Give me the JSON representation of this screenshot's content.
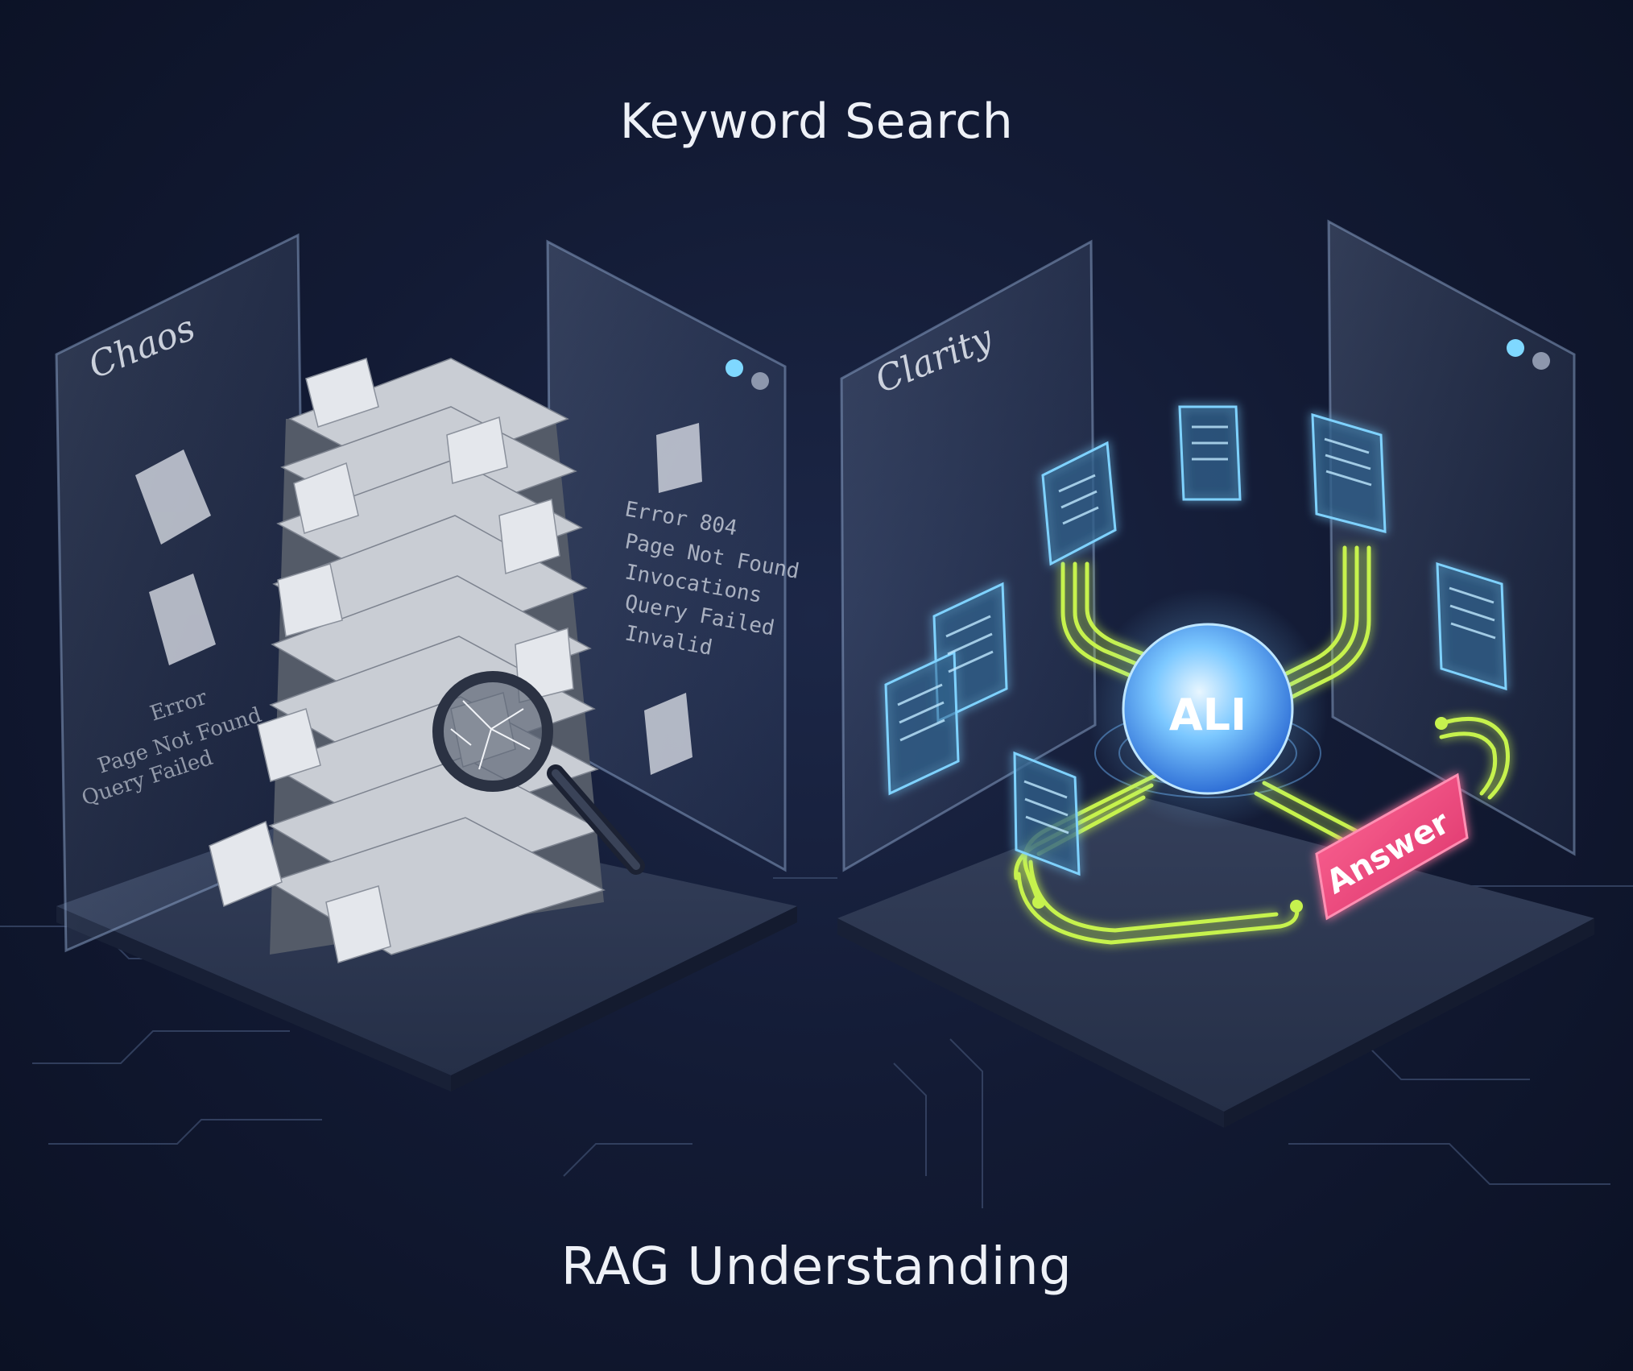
{
  "top_caption": "Keyword Search",
  "bottom_caption": "RAG Understanding",
  "left_panel": {
    "label": "Chaos",
    "errors_right": [
      "Error 804",
      "Page Not Found",
      "Invocations",
      "Query Failed",
      "Invalid"
    ],
    "errors_left": [
      "Error",
      "Page Not Found",
      "Query Failed"
    ],
    "search_icon": "magnifier-cracked-icon"
  },
  "right_panel": {
    "label": "Clarity",
    "hub_label": "ALI",
    "answer_label": "Answer",
    "doc_icon": "document-icon"
  },
  "colors": {
    "background": "#131b35",
    "link": "#c6f24e",
    "hub": "#7cc8ff",
    "answer": "#e8457a",
    "glass": "#9fb6d8",
    "platform": "#2a3650"
  }
}
